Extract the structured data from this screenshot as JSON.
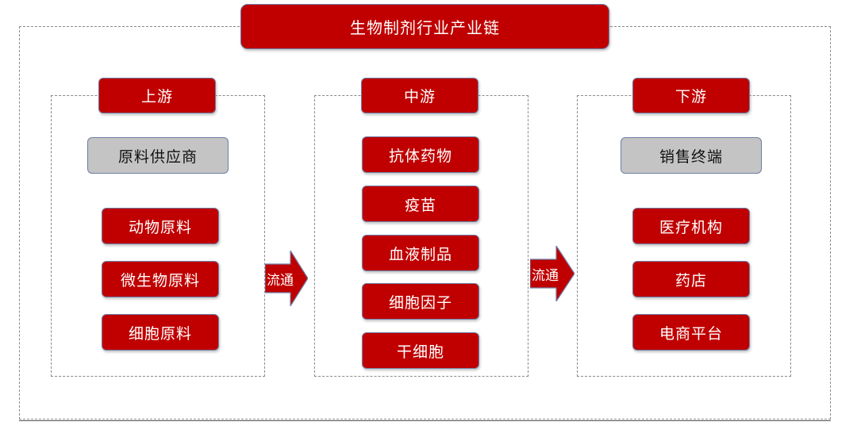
{
  "title": "生物制剂行业产业链",
  "colors": {
    "red": "#c00000",
    "gray": "#c4c4c4",
    "border": "#6e7ea6"
  },
  "upstream": {
    "header": "上游",
    "category": "原料供应商",
    "items": [
      "动物原料",
      "微生物原料",
      "细胞原料"
    ]
  },
  "midstream": {
    "header": "中游",
    "items": [
      "抗体药物",
      "疫苗",
      "血液制品",
      "细胞因子",
      "干细胞"
    ]
  },
  "downstream": {
    "header": "下游",
    "category": "销售终端",
    "items": [
      "医疗机构",
      "药店",
      "电商平台"
    ]
  },
  "arrows": [
    "流通",
    "流通"
  ]
}
